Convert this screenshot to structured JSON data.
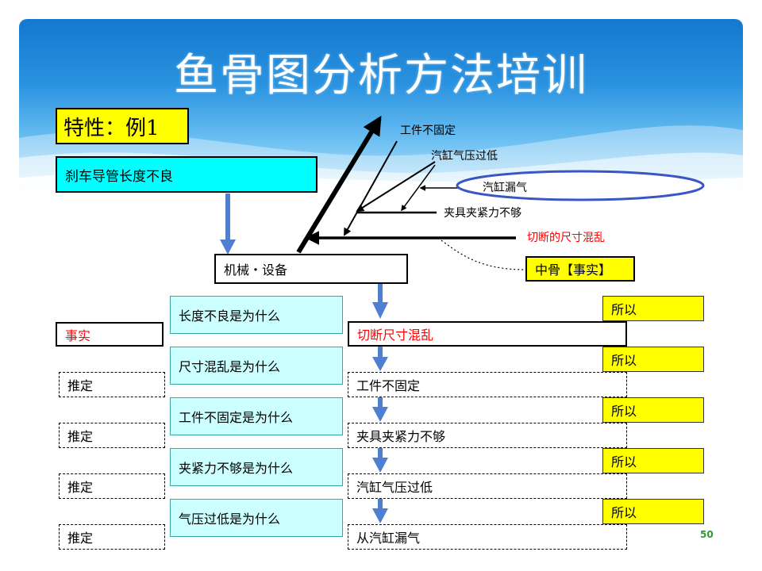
{
  "title": "鱼骨图分析方法培训",
  "property_label": "特性：例1",
  "problem": "刹车导管长度不良",
  "category": "机械・设备",
  "fishbone_labels": {
    "fixture_not_fixed": "工件不固定",
    "cylinder_pressure_low": "汽缸气压过低",
    "cylinder_leak": "汽缸漏气",
    "clamping_force_insufficient": "夹具夹紧力不够",
    "cut_size_mixed": "切断的尺寸混乱",
    "middle_bone_fact": "中骨【事实】"
  },
  "why_rows": [
    {
      "question": "长度不良是为什么",
      "answer": "切断尺寸混乱",
      "tag": "事实",
      "so_label": "所以"
    },
    {
      "question": "尺寸混乱是为什么",
      "answer": "工件不固定",
      "tag": "推定",
      "so_label": "所以"
    },
    {
      "question": "工件不固定是为什么",
      "answer": "夹具夹紧力不够",
      "tag": "推定",
      "so_label": "所以"
    },
    {
      "question": "夹紧力不够是为什么",
      "answer": "汽缸气压过低",
      "tag": "推定",
      "so_label": "所以"
    },
    {
      "question": "气压过低是为什么",
      "answer": "从汽缸漏气",
      "tag": "推定",
      "so_label": "所以"
    }
  ],
  "page_number": "50",
  "colors": {
    "arrow_blue": "#4f7fd0",
    "highlight_yellow": "#ffff00",
    "box_cyan": "#00ffff",
    "box_light_cyan": "#ccffff",
    "fact_red": "#ff0000",
    "ellipse_stroke": "#3a56c5"
  }
}
